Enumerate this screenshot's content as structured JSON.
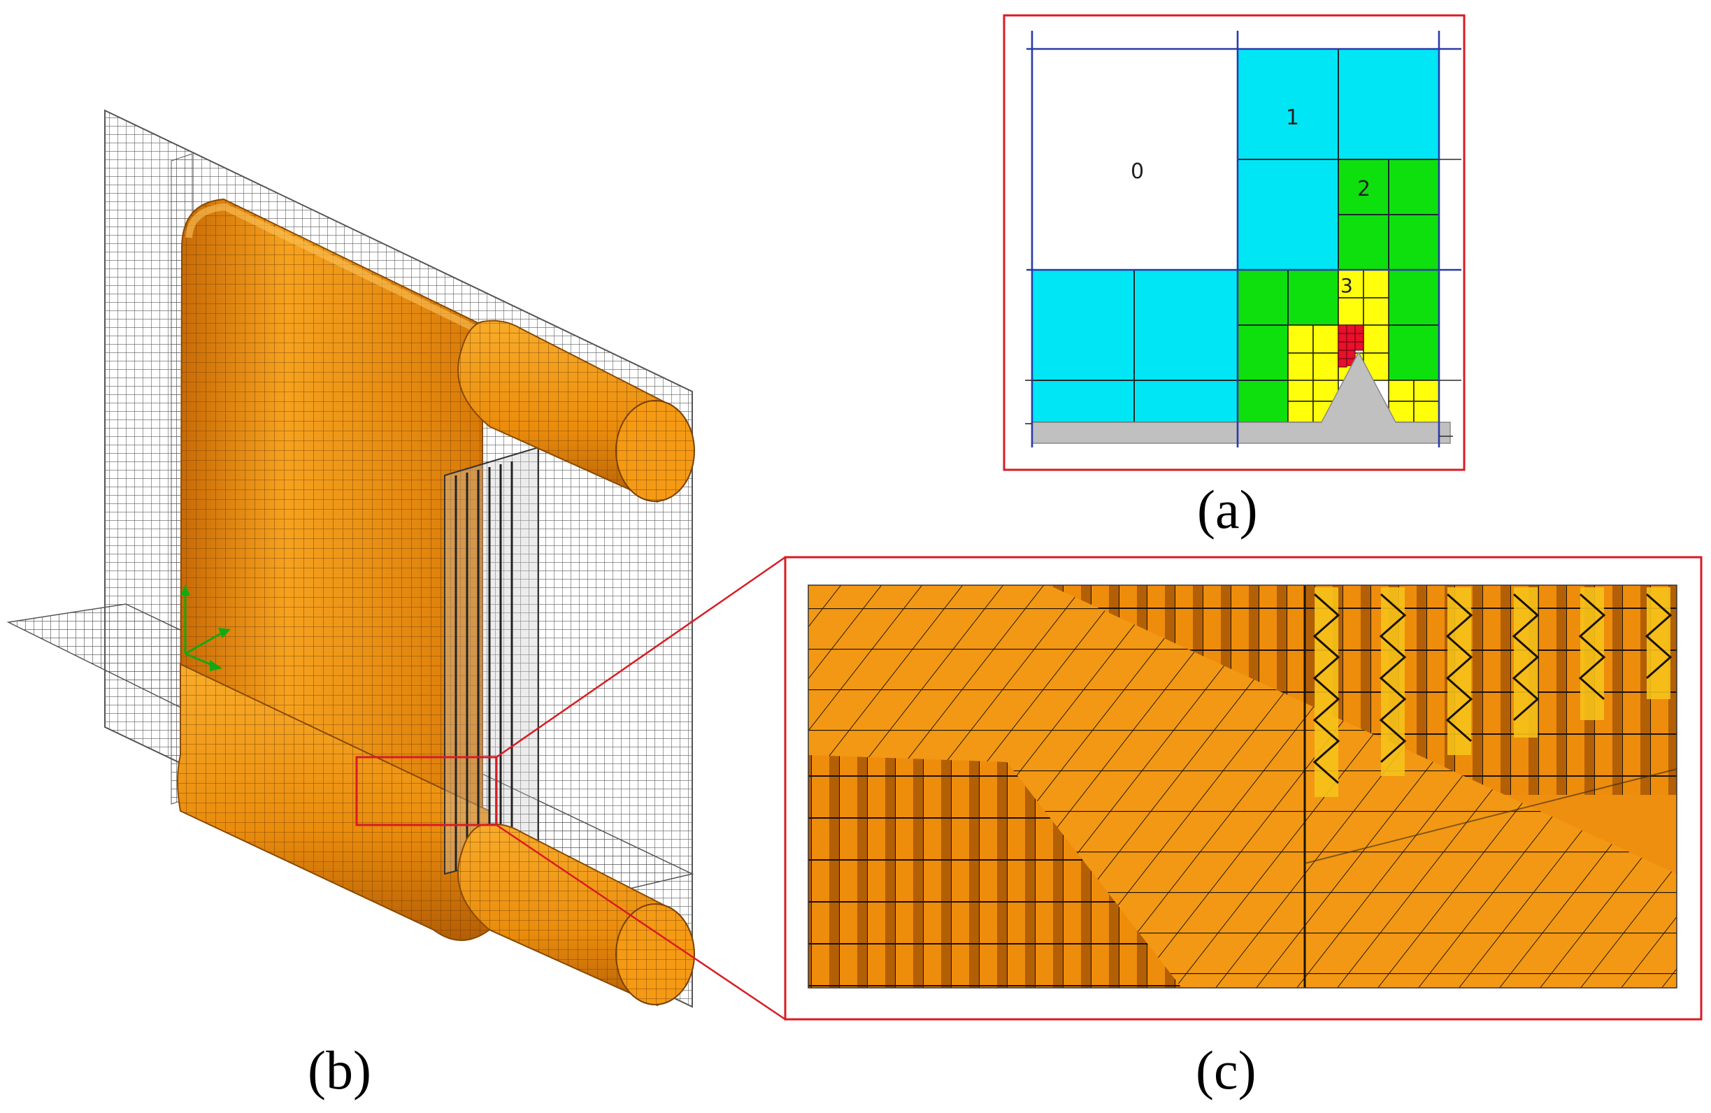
{
  "panels": {
    "a": {
      "caption": "(a)",
      "levels": [
        "0",
        "1",
        "2",
        "3"
      ]
    },
    "b": {
      "caption": "(b)"
    },
    "c": {
      "caption": "(c)"
    }
  },
  "colors": {
    "orange": "#f0930c",
    "orange_dark": "#b86206",
    "cyan": "#00e6f5",
    "green": "#0ee00e",
    "yellow": "#ffff0c",
    "red": "#e8102a",
    "gray": "#c0c0c0",
    "blue_line": "#2a3aa8",
    "frame_red": "#d81c24"
  }
}
